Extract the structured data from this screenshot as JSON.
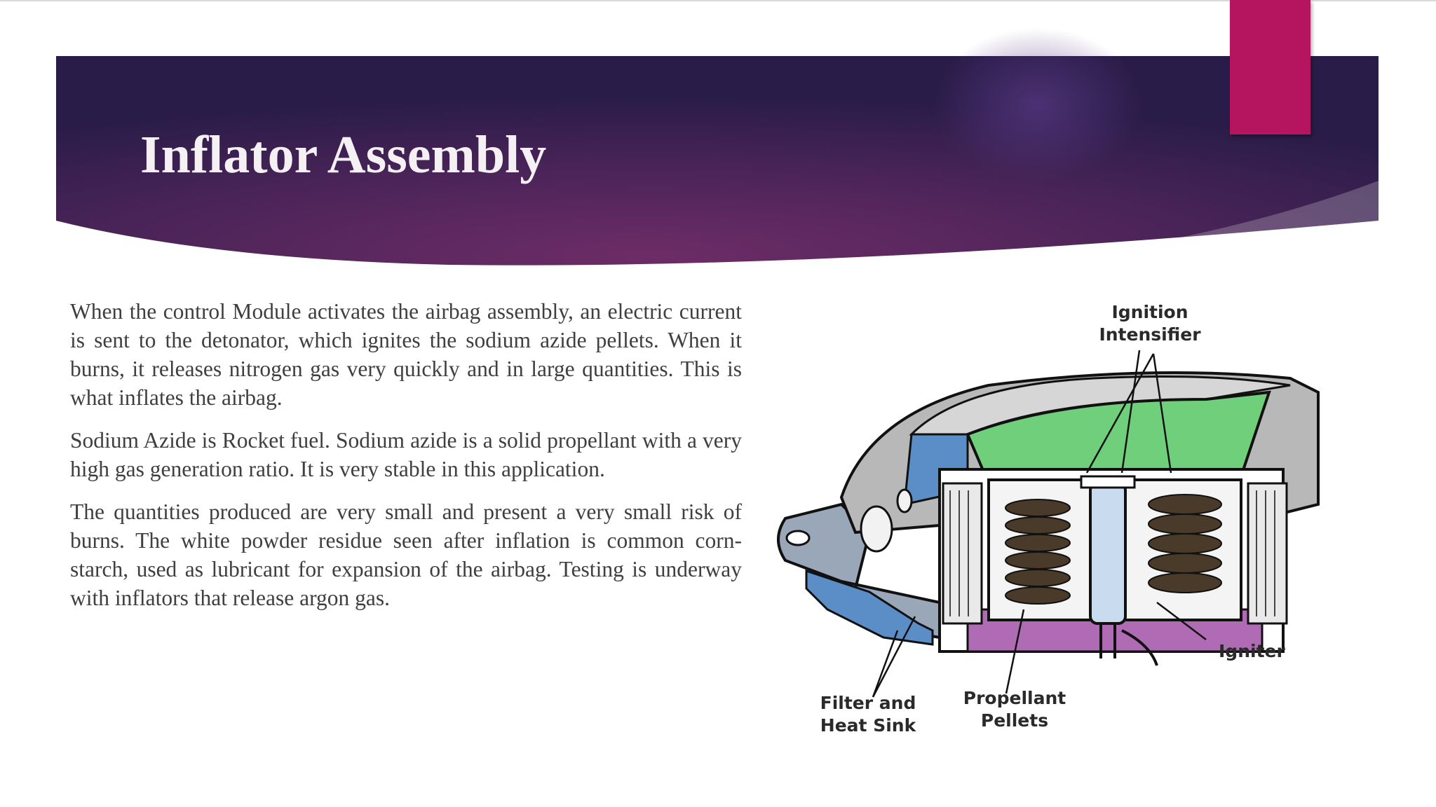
{
  "slide": {
    "title": "Inflator Assembly",
    "accent_color": "#b5145f",
    "header_gradient": [
      "#2b1d48",
      "#6b2a63",
      "#2a1d4a"
    ]
  },
  "body": {
    "paragraphs": [
      "When the control Module activates the airbag assembly, an electric current is sent to the detonator, which ignites the sodium azide pellets. When it burns, it releases nitrogen gas very quickly and in large quantities. This is what inflates the airbag.",
      "Sodium Azide is Rocket fuel. Sodium azide is a solid propellant with a very high gas generation ratio. It is very stable in this application.",
      "The quantities produced are very small and present a very small risk of burns. The white powder residue seen after inflation is common corn-starch, used as lubricant for expansion of the airbag. Testing is underway with inflators that release argon gas."
    ]
  },
  "diagram": {
    "labels": {
      "ignition_line1": "Ignition",
      "ignition_line2": "Intensifier",
      "igniter": "Igniter",
      "filter_line1": "Filter and",
      "filter_line2": "Heat Sink",
      "propellant_line1": "Propellant",
      "propellant_line2": "Pellets"
    },
    "colors": {
      "green": "#6fcf7a",
      "blue": "#5b8ec6",
      "purple": "#b06bb5",
      "pellet": "#4a3a2a",
      "tube": "#c9dcef",
      "gray": "#b8b8b8"
    }
  }
}
